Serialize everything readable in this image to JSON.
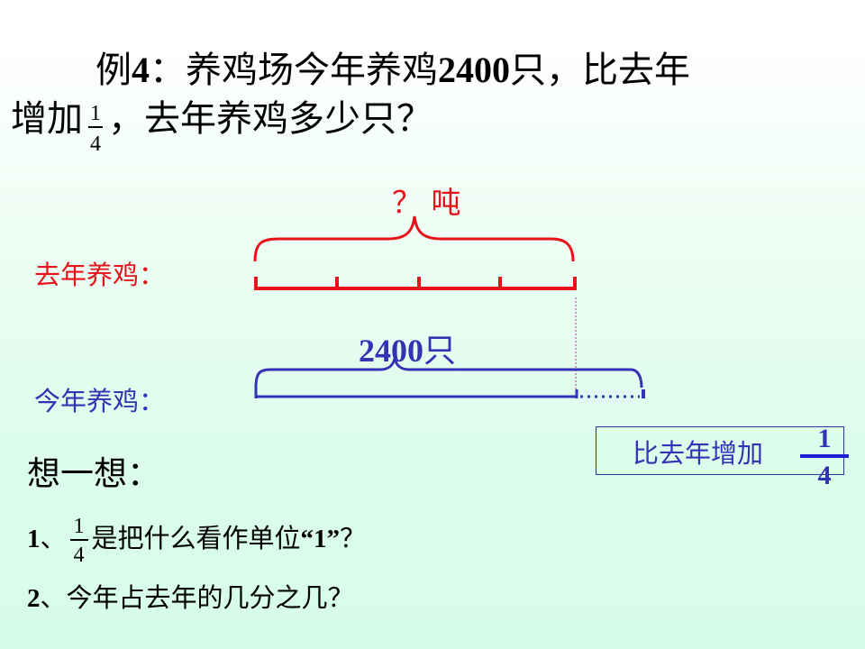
{
  "problem": {
    "prefix": "例",
    "number": "4",
    "colon": "：",
    "line1_text": "养鸡场今年养鸡",
    "amount": "2400",
    "line1_tail": "只，比去年",
    "line2_head": "增加",
    "fraction": {
      "numerator": "1",
      "denominator": "4"
    },
    "line2_tail": "，去年养鸡多少只？"
  },
  "diagram": {
    "last_year_label": "去年养鸡：",
    "last_year_total": "？ 吨",
    "last_year_segments": 4,
    "this_year_label": "今年养鸡：",
    "this_year_amount": "2400",
    "this_year_unit": "只",
    "increase_note": {
      "text": "比去年增加",
      "fraction": {
        "numerator": "1",
        "denominator": "4"
      }
    },
    "colors": {
      "last_year": "#e8131a",
      "this_year": "#3333b3",
      "guide": "#c03080"
    }
  },
  "think": {
    "heading": "想一想：",
    "q1": {
      "num": "1",
      "sep": "、",
      "fraction": {
        "numerator": "1",
        "denominator": "4"
      },
      "text": "是把什么看作单位",
      "open_quote": "“",
      "unit": "1",
      "close_quote": "”",
      "qmark": "？"
    },
    "q2": {
      "num": "2",
      "sep": "、",
      "text": "今年占去年的几分之几？"
    }
  }
}
